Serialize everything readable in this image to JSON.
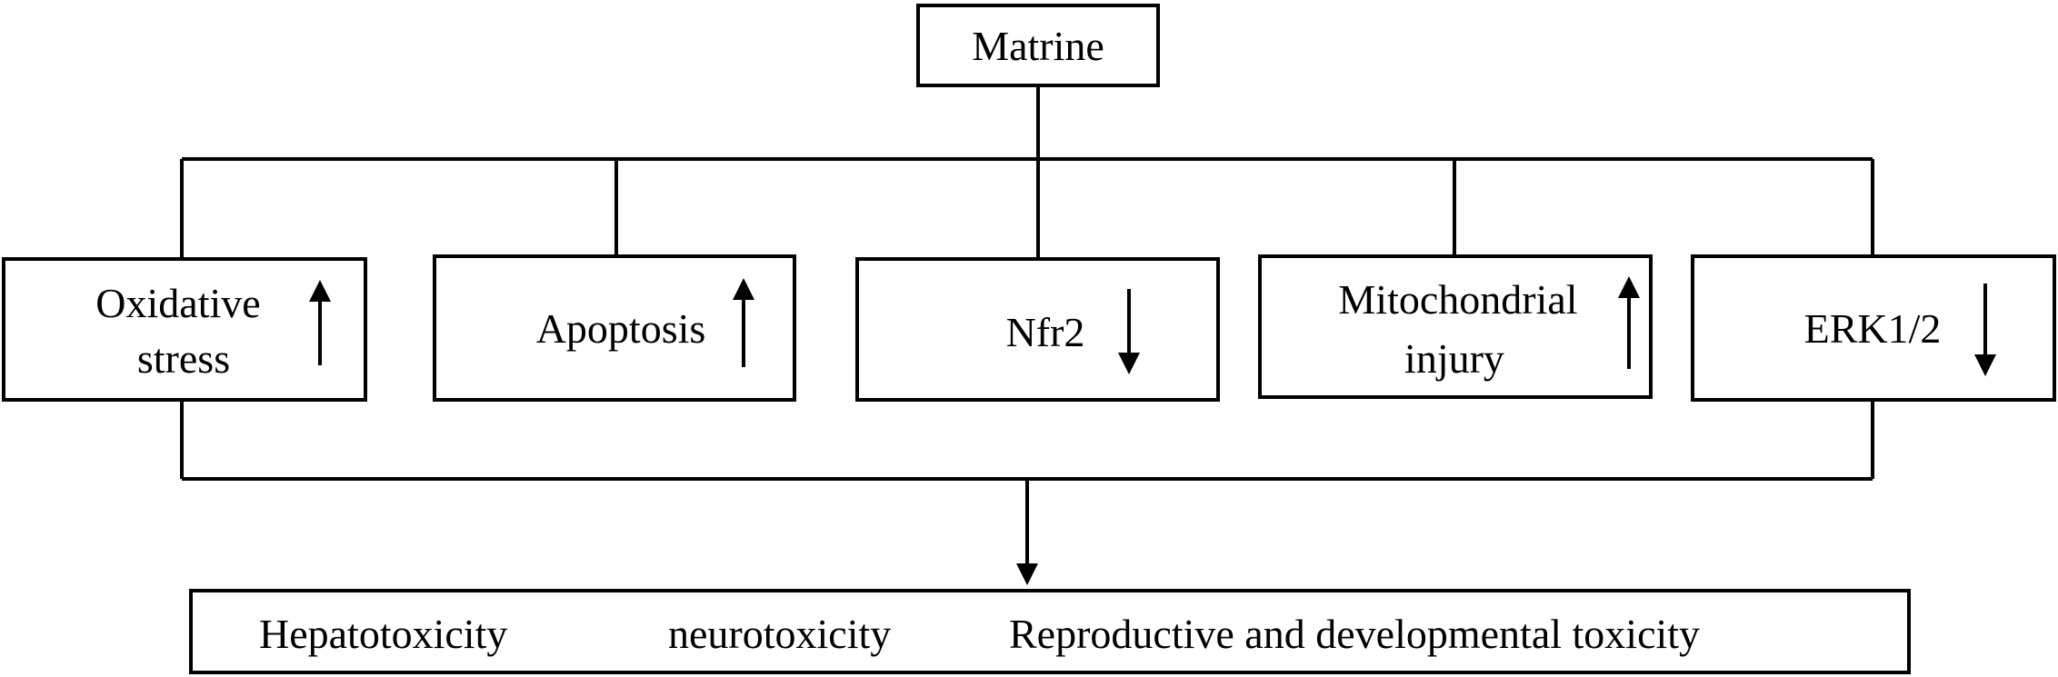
{
  "root": {
    "label": "Matrine"
  },
  "mechanisms": [
    {
      "lines": [
        "Oxidative",
        "stress"
      ],
      "direction": "up"
    },
    {
      "lines": [
        "Apoptosis"
      ],
      "direction": "up"
    },
    {
      "lines": [
        "Nfr2"
      ],
      "direction": "down"
    },
    {
      "lines": [
        "Mitochondrial",
        "injury"
      ],
      "direction": "up"
    },
    {
      "lines": [
        "ERK1/2"
      ],
      "direction": "down"
    }
  ],
  "outcomes": [
    "Hepatotoxicity",
    "neurotoxicity",
    "Reproductive and developmental toxicity"
  ]
}
